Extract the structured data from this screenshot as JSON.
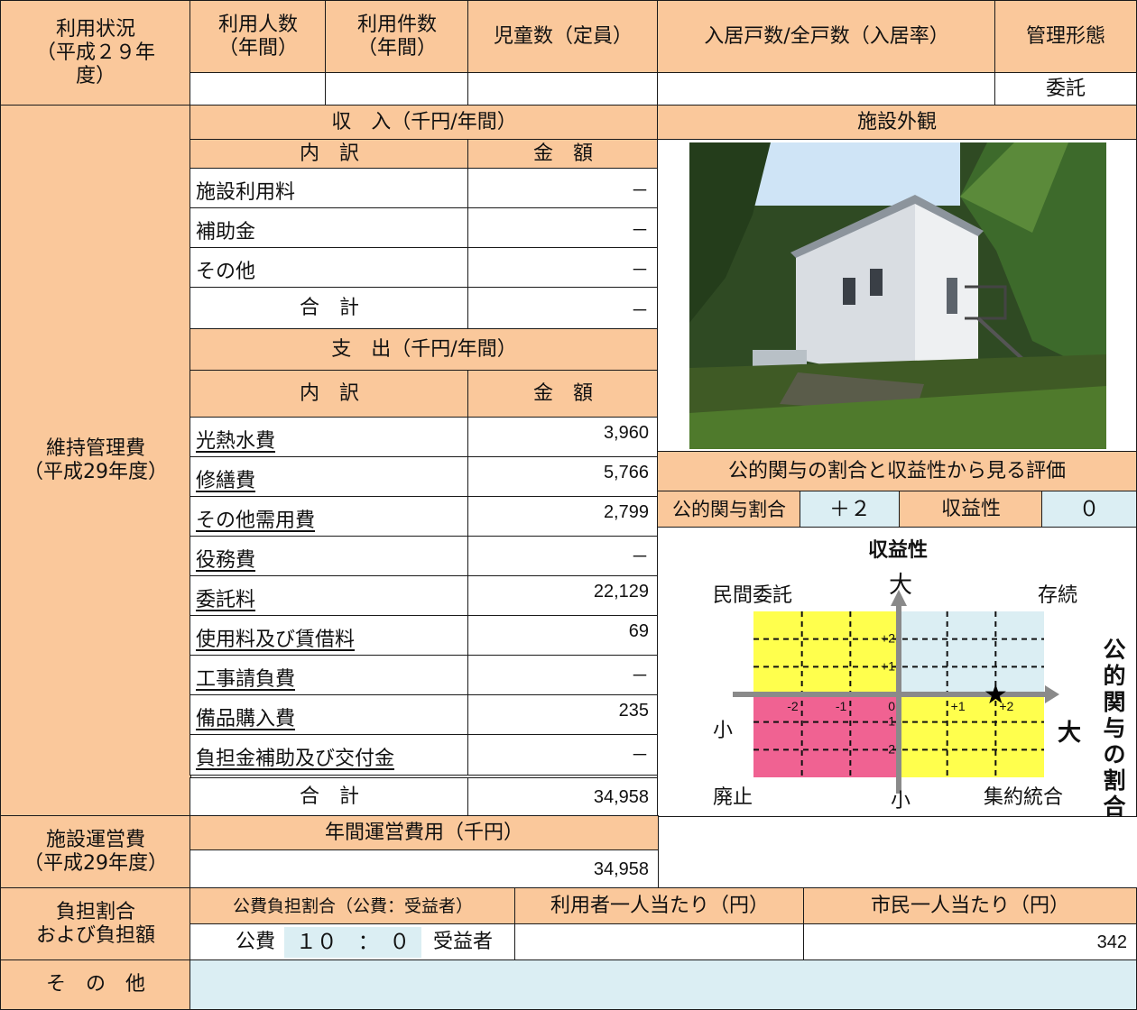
{
  "usage": {
    "header_label": "利用状況\n（平成２９年\n度）",
    "col_users": "利用人数\n（年間）",
    "col_cases": "利用件数\n（年間）",
    "col_children": "児童数（定員）",
    "col_occupancy": "入居戸数/全戸数（入居率）",
    "col_management": "管理形態",
    "val_users": "",
    "val_cases": "",
    "val_children": "",
    "val_occupancy": "",
    "val_management": "委託"
  },
  "maintenance": {
    "label": "維持管理費\n（平成29年度）",
    "income_title": "収　入（千円/年間）",
    "expense_title": "支　出（千円/年間）",
    "breakdown_header": "内　訳",
    "amount_header": "金　額",
    "income_rows": [
      {
        "label": "施設利用料",
        "value": "－"
      },
      {
        "label": "補助金",
        "value": "－"
      },
      {
        "label": "その他",
        "value": "－"
      }
    ],
    "income_total_label": "合　計",
    "income_total_value": "－",
    "expense_rows": [
      {
        "label": "光熱水費",
        "value": "3,960"
      },
      {
        "label": "修繕費",
        "value": "5,766"
      },
      {
        "label": "その他需用費",
        "value": "2,799"
      },
      {
        "label": "役務費",
        "value": "－"
      },
      {
        "label": "委託料",
        "value": "22,129"
      },
      {
        "label": "使用料及び賃借料",
        "value": "69"
      },
      {
        "label": "工事請負費",
        "value": "－"
      },
      {
        "label": "備品購入費",
        "value": "235"
      },
      {
        "label": "負担金補助及び交付金",
        "value": "－"
      }
    ],
    "expense_total_label": "合　計",
    "expense_total_value": "34,958"
  },
  "facility": {
    "exterior_title": "施設外観"
  },
  "evaluation": {
    "title": "公的関与の割合と収益性から見る評価",
    "public_label": "公的関与割合",
    "public_value": "＋２",
    "profit_label": "収益性",
    "profit_value": "０",
    "chart_title": "収益性",
    "y_axis_top": "大",
    "y_axis_bottom": "小",
    "x_axis_left": "小",
    "x_axis_right": "大",
    "x_axis_label": "公的関与の割合",
    "quadrant_top_left": "民間委託",
    "quadrant_top_right": "存続",
    "quadrant_bottom_left": "廃止",
    "quadrant_bottom_right": "集約統合",
    "tick_x": [
      "-2",
      "-1",
      "0",
      "+1",
      "+2"
    ],
    "tick_y": [
      "+2",
      "+1",
      "-1",
      "-2"
    ],
    "marker_symbol": "★",
    "colors": {
      "yellow": "#ffff4d",
      "pink": "#f06292",
      "blue": "#dbeef3"
    }
  },
  "chart_data": {
    "type": "scatter",
    "title": "収益性",
    "xlabel": "公的関与の割合",
    "ylabel": "収益性",
    "xlim": [
      -3,
      3
    ],
    "ylim": [
      -3,
      3
    ],
    "points": [
      {
        "x": 2,
        "y": 0
      }
    ]
  },
  "operation": {
    "label": "施設運営費\n（平成29年度）",
    "annual_title": "年間運営費用（千円）",
    "annual_value": "34,958"
  },
  "burden": {
    "label": "負担割合\nおよび負担額",
    "ratio_header": "公費負担割合（公費：受益者）",
    "per_user_header": "利用者一人当たり（円）",
    "per_citizen_header": "市民一人当たり（円）",
    "public_word": "公費",
    "ratio_value": "１０　：　０",
    "beneficiary_word": "受益者",
    "per_user_value": "",
    "per_citizen_value": "342"
  },
  "other": {
    "label": "そ　の　他",
    "value": ""
  }
}
